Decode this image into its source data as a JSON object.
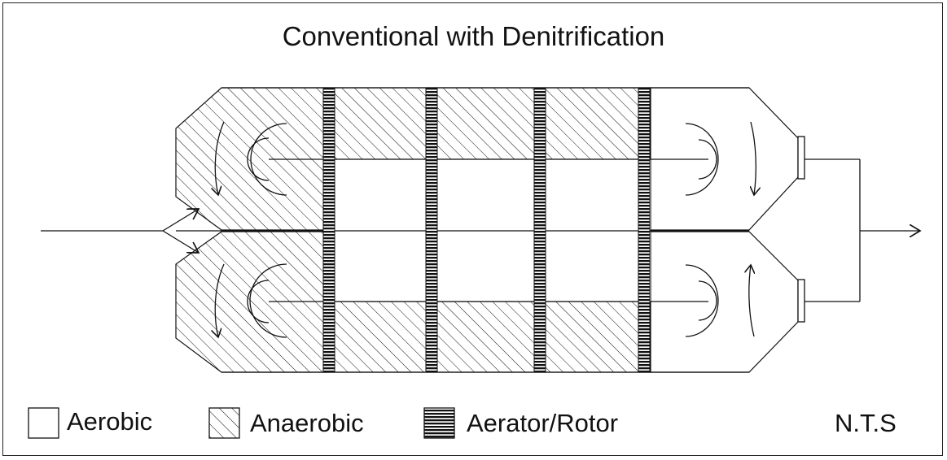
{
  "title": "Conventional with Denitrification",
  "legend": {
    "aerobic": "Aerobic",
    "anaerobic": "Anaerobic",
    "aerator": "Aerator/Rotor"
  },
  "scale_note": "N.T.S",
  "colors": {
    "line": "#111111",
    "background": "#ffffff"
  }
}
